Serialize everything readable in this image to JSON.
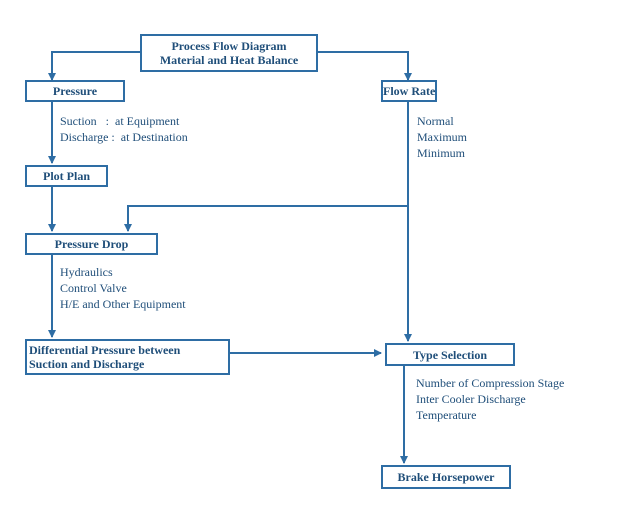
{
  "diagram": {
    "process_flow": {
      "line1": "Process Flow Diagram",
      "line2": "Material and Heat Balance"
    },
    "pressure": {
      "label": "Pressure"
    },
    "pressure_notes": {
      "suction": "Suction   :  at Equipment",
      "discharge": "Discharge :  at Destination"
    },
    "flow_rate": {
      "label": "Flow Rate"
    },
    "flow_rate_notes": [
      "Normal",
      "Maximum",
      "Minimum"
    ],
    "plot_plan": {
      "label": "Plot Plan"
    },
    "pressure_drop": {
      "label": "Pressure Drop"
    },
    "pressure_drop_notes": [
      "Hydraulics",
      "Control Valve",
      "H/E and Other Equipment"
    ],
    "differential_pressure": {
      "line1": "Differential Pressure between",
      "line2": "Suction and Discharge"
    },
    "type_selection": {
      "label": "Type Selection"
    },
    "type_selection_notes": {
      "line1": "Number of Compression Stage",
      "line2_words": [
        "Inter",
        "Cooler",
        "Discharge"
      ],
      "line3": "Temperature"
    },
    "brake_horsepower": {
      "label": "Brake Horsepower"
    }
  },
  "colors": {
    "line": "#2e6da4",
    "text": "#1f4e79",
    "background": "#ffffff"
  }
}
